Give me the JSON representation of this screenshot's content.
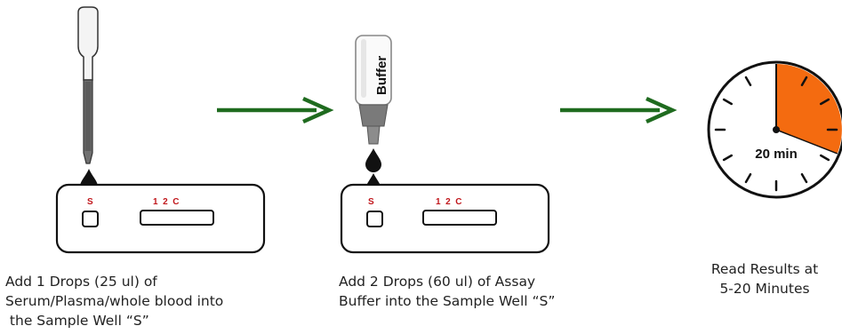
{
  "steps": [
    {
      "lines": [
        "Add 1 Drops (25 ul)  of",
        "Serum/Plasma/whole blood into",
        " the Sample Well “S”"
      ],
      "cassette": {
        "well_label": "S",
        "window_label": "1  2  C"
      }
    },
    {
      "buffer_label": "Buffer",
      "lines": [
        "Add 2  Drops (60 ul)  of Assay",
        "Buffer into the Sample Well “S”"
      ],
      "cassette": {
        "well_label": "S",
        "window_label": "1  2  C"
      }
    },
    {
      "timer_label": "20 min",
      "lines": [
        "Read Results at",
        "5-20 Minutes"
      ]
    }
  ],
  "colors": {
    "arrow": "#1f6b1f",
    "timer_fill": "#f46b10",
    "label_red": "#c0151a",
    "drop": "#111111",
    "outline": "#111111"
  }
}
